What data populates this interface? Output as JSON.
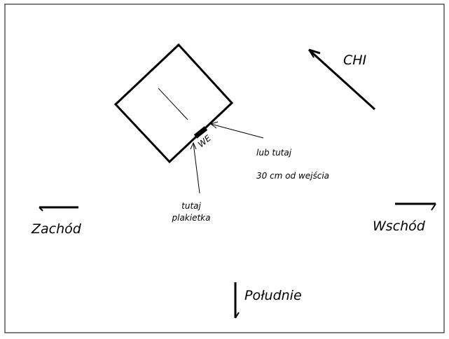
{
  "diagram": {
    "labels": {
      "north": "CHI",
      "west": "Zachód",
      "east": "Wschód",
      "south": "Południe",
      "entrance": "WE",
      "here": "tutaj",
      "plaque": "plakietka",
      "or_here": "lub tutaj",
      "distance": "30 cm od wejścia"
    },
    "colors": {
      "ink": "#000000",
      "background": "#ffffff"
    }
  }
}
